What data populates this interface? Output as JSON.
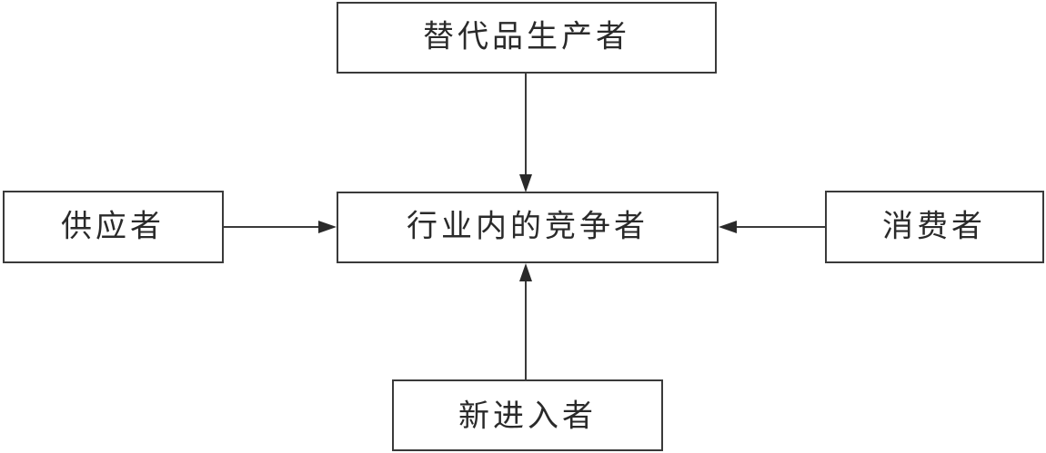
{
  "nodes": {
    "substitute": {
      "label": "替代品生产者"
    },
    "supplier": {
      "label": "供应者"
    },
    "center": {
      "label": "行业内的竞争者"
    },
    "consumer": {
      "label": "消费者"
    },
    "entrant": {
      "label": "新进入者"
    }
  },
  "edges": [
    {
      "from": "substitute",
      "to": "center"
    },
    {
      "from": "supplier",
      "to": "center"
    },
    {
      "from": "consumer",
      "to": "center"
    },
    {
      "from": "entrant",
      "to": "center"
    }
  ],
  "colors": {
    "stroke": "#3a3a3a",
    "text": "#2a2a2a",
    "background": "#ffffff"
  }
}
